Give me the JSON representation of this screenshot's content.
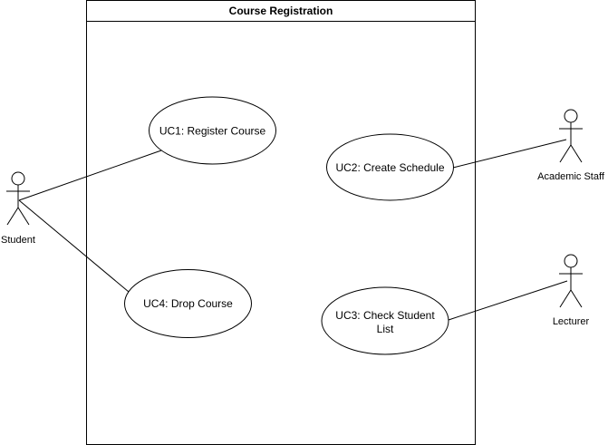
{
  "diagram": {
    "type": "uml-use-case",
    "system": {
      "title": "Course Registration"
    },
    "actors": [
      {
        "id": "student",
        "label": "Student"
      },
      {
        "id": "academic-staff",
        "label": "Academic Staff"
      },
      {
        "id": "lecturer",
        "label": "Lecturer"
      }
    ],
    "use_cases": [
      {
        "id": "uc1",
        "line1": "UC1: Register Course",
        "line2": ""
      },
      {
        "id": "uc2",
        "line1": "UC2: Create Schedule",
        "line2": ""
      },
      {
        "id": "uc3",
        "line1": "UC3: Check Student",
        "line2": "List"
      },
      {
        "id": "uc4",
        "line1": "UC4: Drop Course",
        "line2": ""
      }
    ],
    "associations": [
      {
        "from": "student",
        "to": "uc1"
      },
      {
        "from": "student",
        "to": "uc4"
      },
      {
        "from": "academic-staff",
        "to": "uc2"
      },
      {
        "from": "lecturer",
        "to": "uc3"
      }
    ]
  }
}
